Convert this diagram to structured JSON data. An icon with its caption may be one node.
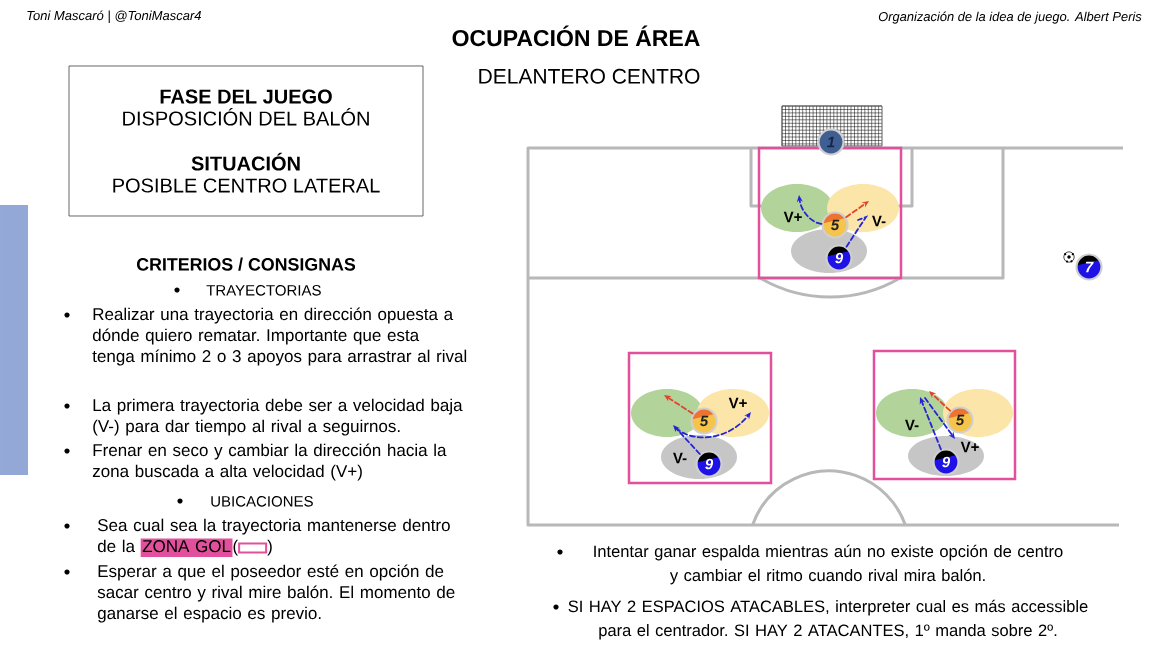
{
  "diagram": {
    "title": "OCUPACIÓN DE ÁREA",
    "nodes": [
      {
        "text": [
          "FASE DEL JUEGO",
          "DISPOSICIÓN DEL BALÓN",
          "SITUACIÓN",
          "POSIBLE CENTRO LATERAL"
        ]
      },
      {
        "text": [
          "1"
        ]
      },
      {
        "text": [],
        "shape": "box"
      },
      {
        "text": [
          "V+"
        ],
        "in": 2
      },
      {
        "text": [
          "V-"
        ],
        "in": 2
      },
      {
        "text": [],
        "shape": "ellipse",
        "in": 2
      },
      {
        "text": [
          "5"
        ],
        "in": 2
      },
      {
        "text": [
          "9"
        ],
        "in": 5
      },
      {
        "text": [
          "7"
        ]
      },
      {
        "text": [],
        "shape": "box"
      },
      {
        "text": [],
        "shape": "ellipse",
        "in": 9
      },
      {
        "text": [
          "V+"
        ],
        "in": 9
      },
      {
        "text": [
          "V-"
        ],
        "in": 9
      },
      {
        "text": [
          "5"
        ],
        "in": 9
      },
      {
        "text": [
          "9"
        ],
        "in": 12
      },
      {
        "text": [],
        "shape": "box"
      },
      {
        "text": [
          "V-"
        ],
        "in": 15
      },
      {
        "text": [],
        "shape": "ellipse",
        "in": 15
      },
      {
        "text": [
          "V+"
        ],
        "in": 15
      },
      {
        "text": [
          "5"
        ],
        "in": 17
      },
      {
        "text": [
          "9"
        ],
        "in": 18
      },
      {
        "text": [],
        "shape": "bar"
      }
    ],
    "edges": [
      {
        "from": 6,
        "to": 3,
        "arrow": "to",
        "style": "dashed"
      },
      {
        "from": 6,
        "to": 4,
        "arrow": "to",
        "style": "dashed",
        "color": "#e0452b"
      },
      {
        "from": 7,
        "to": 4,
        "arrow": "none",
        "style": "dashed"
      },
      {
        "from": 13,
        "to": 10,
        "arrow": "to",
        "style": "dashed",
        "color": "#e0452b"
      },
      {
        "from": 14,
        "to": 10,
        "arrow": "to",
        "style": "dashed"
      },
      {
        "from": 10,
        "to": 11,
        "arrow": "to",
        "style": "dashed"
      },
      {
        "from": 19,
        "to": 16,
        "arrow": "to",
        "style": "dashed",
        "color": "#e0452b"
      },
      {
        "from": 20,
        "to": 16,
        "arrow": "to",
        "style": "dashed"
      },
      {
        "from": 16,
        "to": 18,
        "arrow": "to",
        "style": "dashed"
      }
    ],
    "labels": [
      "Toni Mascaró | @ToniMascar4",
      "Organización de la idea de juego. Albert Peris",
      "DELANTERO CENTRO",
      "CRITERIOS / CONSIGNAS",
      "TRAYECTORIAS",
      "Realizar una trayectoria en dirección opuesta a dónde quiero rematar. Importante que esta tenga mínimo 2 o 3 apoyos para arrastrar al rival",
      "La primera trayectoria debe ser a velocidad baja (V-) para dar tiempo al rival a seguirnos.",
      "Frenar en seco y cambiar la dirección hacia la zona buscada a alta velocidad (V+)",
      "UBICACIONES",
      "Sea cual sea la trayectoria mantenerse dentro de la",
      "ZONA GOL",
      "(",
      ")",
      "Esperar a que el poseedor esté en opción de sacar centro y rival mire balón. El momento de ganarse el espacio es previo.",
      "Intentar ganar espalda mientras aún no existe opción de centro y cambiar el ritmo cuando rival mira balón.",
      "SI HAY 2 ESPACIOS ATACABLES, interpreter cual es más accessible para el centrador. SI HAY 2 ATACANTES, 1º manda sobre 2º."
    ]
  }
}
